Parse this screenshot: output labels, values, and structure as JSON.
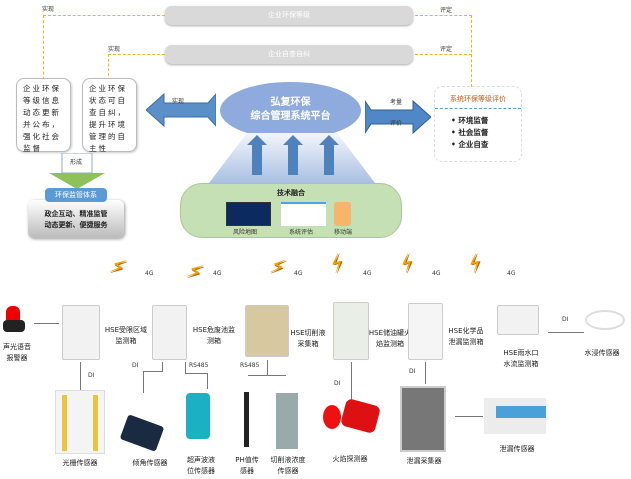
{
  "top_bars": {
    "grade": "企业环保等级",
    "self_check": "企业自查自纠"
  },
  "edge_labels": {
    "realize1": "实现",
    "realize2": "实现",
    "realize3": "实现",
    "assess1": "评定",
    "assess2": "评定",
    "consider": "考量",
    "evaluate": "评价",
    "form": "形成"
  },
  "left_cards": {
    "card1": "企业环保等级信息动态更新并公布，强化社会监督",
    "card2": "企业环保状态可自查自纠，提升环境管理的自主性"
  },
  "platform": {
    "line1": "弘复环保",
    "line2": "综合管理系统平台"
  },
  "evaluation": {
    "title": "系统环保等级评价",
    "items": [
      "环境监督",
      "社会监督",
      "企业自查"
    ]
  },
  "supervision": {
    "title": "环保监管体系",
    "line1": "政企互动、精准监管",
    "line2": "动态更新、便捷服务"
  },
  "tech": {
    "title": "技术融合",
    "items": [
      "风险地图",
      "系统评估",
      "移动端"
    ]
  },
  "network": {
    "label": "4G"
  },
  "devices": {
    "alarm": "声光语音报警器",
    "box1": "HSE受限区域监测箱",
    "box2": "HSE危废池监测箱",
    "box3": "HSE切削液采集箱",
    "box4": "HSE储油罐火焰监测箱",
    "box5": "HSE化学品泄漏监测箱",
    "box6": "HSE雨水口水流监测箱",
    "water": "水浸传感器",
    "grating": "光栅传感器",
    "tilt": "倾角传感器",
    "ultra": "超声波液位传感器",
    "ph": "PH值传感器",
    "cutting": "切削液浓度传感器",
    "flame": "火焰探测器",
    "collector": "泄漏采集器",
    "leak": "泄漏传感器"
  },
  "protocols": {
    "di": "DI",
    "rs485": "RS485"
  },
  "colors": {
    "platform": "#8faadc",
    "tech_bg": "#c5e0b4",
    "orange_dash": "#f0b429",
    "title_orange": "#c55a11"
  }
}
